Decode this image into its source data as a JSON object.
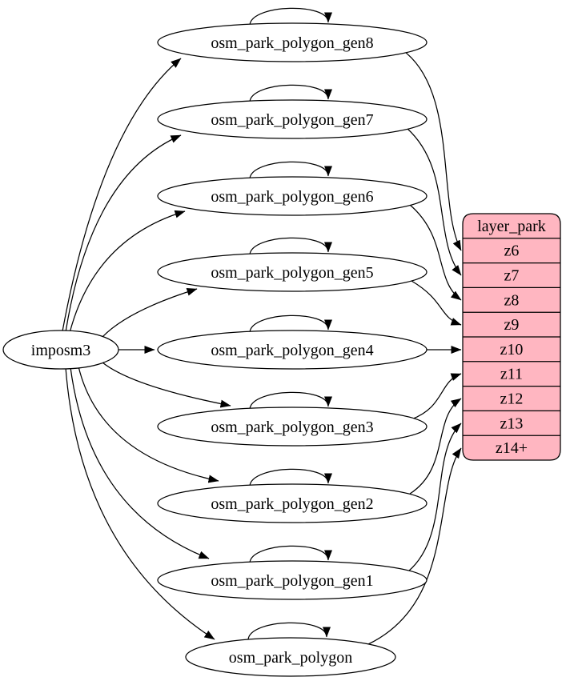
{
  "diagram": {
    "background_color": "#ffffff",
    "edge_color": "#000000",
    "node_fill_color": "#ffffff",
    "node_stroke_color": "#000000",
    "text_color": "#000000",
    "nodes": {
      "source": "imposm3",
      "tables": [
        "osm_park_polygon_gen8",
        "osm_park_polygon_gen7",
        "osm_park_polygon_gen6",
        "osm_park_polygon_gen5",
        "osm_park_polygon_gen4",
        "osm_park_polygon_gen3",
        "osm_park_polygon_gen2",
        "osm_park_polygon_gen1",
        "osm_park_polygon"
      ]
    },
    "layer_table": {
      "title": "layer_park",
      "fill_color": "#ffb6c1",
      "zoom_rows": [
        "z6",
        "z7",
        "z8",
        "z9",
        "z10",
        "z11",
        "z12",
        "z13",
        "z14+"
      ]
    },
    "edges": {
      "from_source": [
        {
          "from": "imposm3",
          "to": "osm_park_polygon_gen8"
        },
        {
          "from": "imposm3",
          "to": "osm_park_polygon_gen7"
        },
        {
          "from": "imposm3",
          "to": "osm_park_polygon_gen6"
        },
        {
          "from": "imposm3",
          "to": "osm_park_polygon_gen5"
        },
        {
          "from": "imposm3",
          "to": "osm_park_polygon_gen4"
        },
        {
          "from": "imposm3",
          "to": "osm_park_polygon_gen3"
        },
        {
          "from": "imposm3",
          "to": "osm_park_polygon_gen2"
        },
        {
          "from": "imposm3",
          "to": "osm_park_polygon_gen1"
        },
        {
          "from": "imposm3",
          "to": "osm_park_polygon"
        }
      ],
      "self_loops": [
        {
          "on": "osm_park_polygon_gen8"
        },
        {
          "on": "osm_park_polygon_gen7"
        },
        {
          "on": "osm_park_polygon_gen6"
        },
        {
          "on": "osm_park_polygon_gen5"
        },
        {
          "on": "osm_park_polygon_gen4"
        },
        {
          "on": "osm_park_polygon_gen3"
        },
        {
          "on": "osm_park_polygon_gen2"
        },
        {
          "on": "osm_park_polygon_gen1"
        },
        {
          "on": "osm_park_polygon"
        }
      ],
      "to_layer_rows": [
        {
          "from": "osm_park_polygon_gen8",
          "to": "z6"
        },
        {
          "from": "osm_park_polygon_gen7",
          "to": "z7"
        },
        {
          "from": "osm_park_polygon_gen6",
          "to": "z8"
        },
        {
          "from": "osm_park_polygon_gen5",
          "to": "z9"
        },
        {
          "from": "osm_park_polygon_gen4",
          "to": "z10"
        },
        {
          "from": "osm_park_polygon_gen3",
          "to": "z11"
        },
        {
          "from": "osm_park_polygon_gen2",
          "to": "z12"
        },
        {
          "from": "osm_park_polygon_gen1",
          "to": "z13"
        },
        {
          "from": "osm_park_polygon",
          "to": "z14+"
        }
      ]
    }
  }
}
